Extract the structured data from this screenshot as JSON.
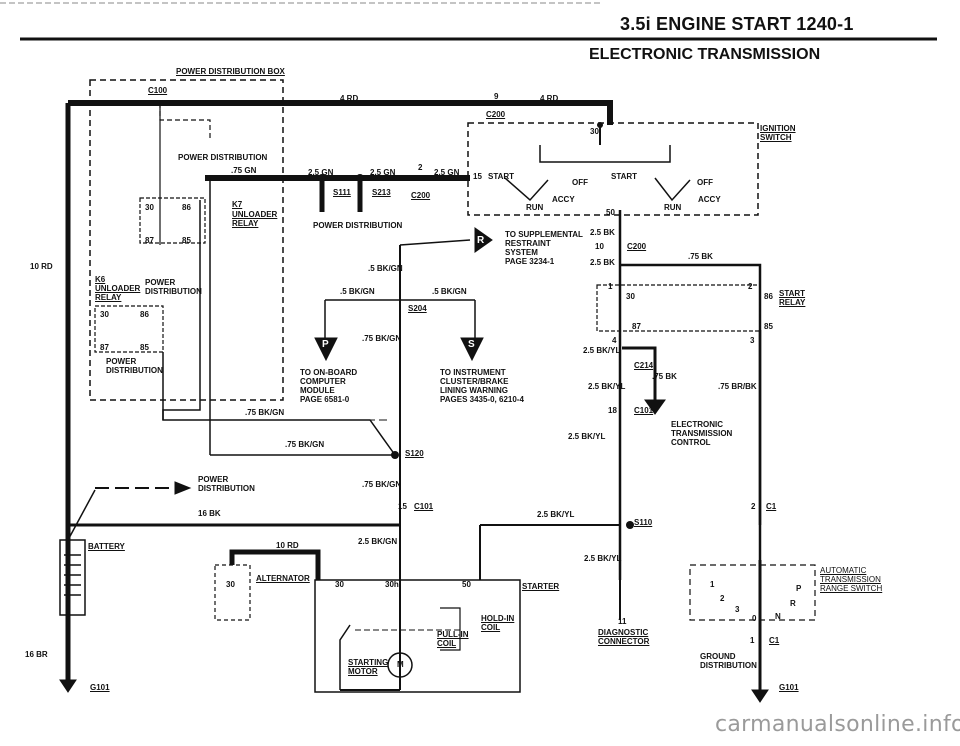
{
  "header": {
    "title": "3.5i ENGINE  START  1240-1",
    "subtitle": "ELECTRONIC TRANSMISSION"
  },
  "labels": {
    "power_dist_box": "POWER DISTRIBUTION BOX",
    "c100": "C100",
    "power_dist_inner": "POWER DISTRIBUTION",
    "gn75_top": ".75 GN",
    "k7": "K7",
    "unloader_relay": "UNLOADER\nRELAY",
    "pin30a": "30",
    "pin86a": "86",
    "pin87a": "87",
    "pin85a": "85",
    "rd10": "10 RD",
    "k6_relay": "K6\nUNLOADER\nRELAY",
    "power_dist_k6": "POWER\nDISTRIBUTION",
    "pin30b": "30",
    "pin86b": "86",
    "pin87b": "87",
    "pin85b": "85",
    "power_dist_left": "POWER\nDISTRIBUTION",
    "bkgn75_left": ".75 BK/GN",
    "rd4": "4 RD",
    "n9": "9",
    "c200_top": "C200",
    "rd4b": "4 RD",
    "gn25a": "2.5 GN",
    "gn25b": "2.5 GN",
    "n2": "2",
    "gn25c": "2.5 GN",
    "s111": "S111",
    "s213": "S213",
    "c200b": "C200",
    "power_dist_mid": "POWER DISTRIBUTION",
    "bkgn5a": ".5 BK/GN",
    "bkgn5b": ".5 BK/GN",
    "bkgn5c": ".5 BK/GN",
    "s204": "S204",
    "bkgn75_mid": ".75 BK/GN",
    "p_letter": "P",
    "s_letter": "S",
    "r_letter": "R",
    "on_board": "TO ON-BOARD\nCOMPUTER\nMODULE\nPAGE 6581-0",
    "instrument": "TO INSTRUMENT\nCLUSTER/BRAKE\nLINING WARNING\nPAGES 3435-0, 6210-4",
    "restraint": "TO SUPPLEMENTAL\nRESTRAINT\nSYSTEM\nPAGE 3234-1",
    "bkgn75_low": ".75 BK/GN",
    "s120": "S120",
    "power_dist_arrow": "POWER\nDISTRIBUTION",
    "bkgn75_c": ".75 BK/GN",
    "n15": "15",
    "c101a": "C101",
    "bk16": "16 BK",
    "bkgn25": "2.5 BK/GN",
    "battery": "BATTERY",
    "rd10b": "10 RD",
    "alternator": "ALTERNATOR",
    "alt30": "30",
    "br16": "16 BR",
    "g101a": "G101",
    "s30": "30",
    "s30h": "30h",
    "s50": "50",
    "starter": "STARTER",
    "hold_in": "HOLD-IN\nCOIL",
    "pull_in": "PULL-IN\nCOIL",
    "starting_motor": "STARTING\nMOTOR",
    "m_letter": "M",
    "ign_switch": "IGNITION\nSWITCH",
    "sw30": "30",
    "sw15": "15",
    "start1": "START",
    "off1": "OFF",
    "accy1": "ACCY",
    "run1": "RUN",
    "start2": "START",
    "off2": "OFF",
    "accy2": "ACCY",
    "run2": "RUN",
    "sw50": "50",
    "bk25a": "2.5 BK",
    "n10": "10",
    "c200c": "C200",
    "bk25b": "2.5 BK",
    "bk75r": ".75 BK",
    "r1": "1",
    "r2": "2",
    "r30": "30",
    "r86": "86",
    "r87": "87",
    "r85": "85",
    "r4": "4",
    "r3": "3",
    "start_relay": "START\nRELAY",
    "bkyl25a": "2.5 BK/YL",
    "c214": "C214",
    "bk75b": ".75 BK",
    "bkyl25b": "2.5 BK/YL",
    "brbk75": ".75 BR/BK",
    "n18": "18",
    "c101b": "C101",
    "etc": "ELECTRONIC\nTRANSMISSION\nCONTROL",
    "bkyl25c": "2.5 BK/YL",
    "bkyl25d": "2.5 BK/YL",
    "s110": "S110",
    "n2b": "2",
    "c1a": "C1",
    "bkyl25e": "2.5 BK/YL",
    "n11": "11",
    "diag": "DIAGNOSTIC\nCONNECTOR",
    "auto_trans": "AUTOMATIC\nTRANSMISSION\nRANGE SWITCH",
    "rs1": "1",
    "rs2": "2",
    "rs3": "3",
    "rsP": "P",
    "rsR": "R",
    "rsN": "N",
    "rs0": "0",
    "n1c1": "1",
    "c1b": "C1",
    "ground_dist": "GROUND\nDISTRIBUTION",
    "g101b": "G101"
  },
  "watermark": "carmanualsonline.info"
}
